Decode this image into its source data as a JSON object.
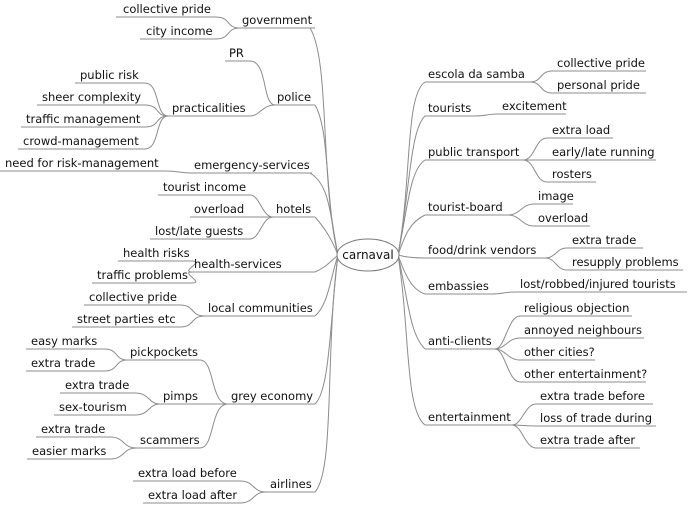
{
  "center": "carnaval",
  "left": {
    "government": {
      "label": "government",
      "children": [
        "collective pride",
        "city income"
      ]
    },
    "police": {
      "label": "police",
      "pr": "PR",
      "practicalities": {
        "label": "practicalities",
        "children": [
          "public risk",
          "sheer complexity",
          "traffic management",
          "crowd-management"
        ]
      }
    },
    "emergency_services": {
      "label": "emergency-services",
      "children": [
        "need for risk-management"
      ]
    },
    "hotels": {
      "label": "hotels",
      "children": [
        "tourist income",
        "overload",
        "lost/late guests"
      ]
    },
    "health_services": {
      "label": "health-services",
      "children": [
        "health risks",
        "traffic problems"
      ]
    },
    "local_communities": {
      "label": "local communities",
      "children": [
        "collective pride",
        "street parties etc"
      ]
    },
    "grey_economy": {
      "label": "grey economy",
      "pickpockets": {
        "label": "pickpockets",
        "children": [
          "easy marks",
          "extra trade"
        ]
      },
      "pimps": {
        "label": "pimps",
        "children": [
          "extra trade",
          "sex-tourism"
        ]
      },
      "scammers": {
        "label": "scammers",
        "children": [
          "extra trade",
          "easier marks"
        ]
      }
    },
    "airlines": {
      "label": "airlines",
      "children": [
        "extra load before",
        "extra load after"
      ]
    }
  },
  "right": {
    "escola": {
      "label": "escola da samba",
      "children": [
        "collective pride",
        "personal pride"
      ]
    },
    "tourists": {
      "label": "tourists",
      "children": [
        "excitement"
      ]
    },
    "transport": {
      "label": "public transport",
      "children": [
        "extra load",
        "early/late running",
        "rosters"
      ]
    },
    "tourist_board": {
      "label": "tourist-board",
      "children": [
        "image",
        "overload"
      ]
    },
    "vendors": {
      "label": "food/drink vendors",
      "children": [
        "extra trade",
        "resupply problems"
      ]
    },
    "embassies": {
      "label": "embassies",
      "children": [
        "lost/robbed/injured tourists"
      ]
    },
    "anti_clients": {
      "label": "anti-clients",
      "children": [
        "religious objection",
        "annoyed neighbours",
        "other cities?",
        "other entertainment?"
      ]
    },
    "entertainment": {
      "label": "entertainment",
      "children": [
        "extra trade before",
        "loss of trade during",
        "extra trade after"
      ]
    }
  }
}
